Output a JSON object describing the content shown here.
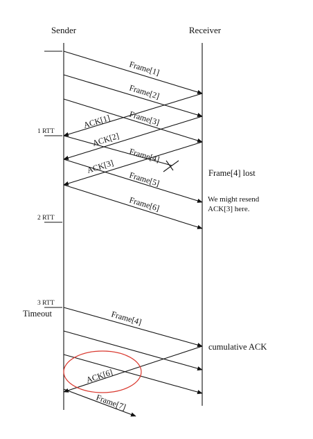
{
  "headers": {
    "sender": "Sender",
    "receiver": "Receiver"
  },
  "rtt_ticks": [
    {
      "id": "rtt1",
      "label": "1 RTT"
    },
    {
      "id": "rtt2",
      "label": "2 RTT"
    },
    {
      "id": "rtt3",
      "label": "3 RTT"
    }
  ],
  "timeout_label": "Timeout",
  "messages": {
    "frame1": "Frame[1]",
    "frame2": "Frame[2]",
    "frame3": "Frame[3]",
    "frame4": "Frame[4]",
    "frame5": "Frame[5]",
    "frame6": "Frame[6]",
    "frame4_retx": "Frame[4]",
    "frame7": "Frame[7]",
    "ack1": "ACK[1]",
    "ack2": "ACK[2]",
    "ack3": "ACK[3]",
    "ack6": "ACK[6]"
  },
  "notes": {
    "frame4_lost": "Frame[4] lost",
    "resend_line1": "We might resend",
    "resend_line2": "ACK[3] here.",
    "cumulative": "cumulative ACK"
  },
  "colors": {
    "line": "#111111",
    "highlight_circle": "#d9382e"
  }
}
